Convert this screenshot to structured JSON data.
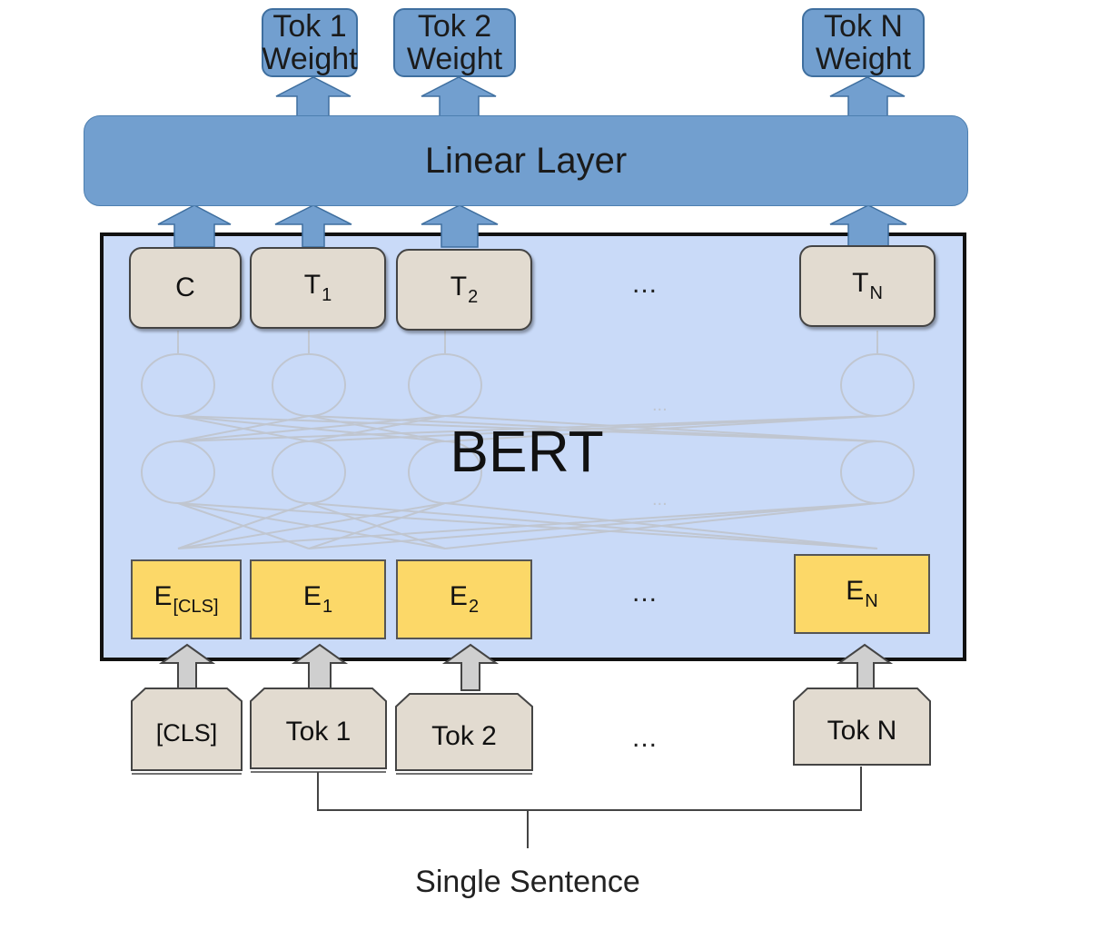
{
  "outputs": [
    {
      "line1": "Tok 1",
      "line2": "Weight"
    },
    {
      "line1": "Tok 2",
      "line2": "Weight"
    },
    {
      "line1": "Tok N",
      "line2": "Weight"
    }
  ],
  "linear_layer": {
    "label": "Linear Layer"
  },
  "bert": {
    "label": "BERT"
  },
  "t_row": {
    "c": "C",
    "t1_base": "T",
    "t1_sub": "1",
    "t2_base": "T",
    "t2_sub": "2",
    "dots": "...",
    "tn_base": "T",
    "tn_sub": "N"
  },
  "e_row": {
    "e_cls_base": "E",
    "e_cls_sub": "[CLS]",
    "e1_base": "E",
    "e1_sub": "1",
    "e2_base": "E",
    "e2_sub": "2",
    "dots": "...",
    "en_base": "E",
    "en_sub": "N"
  },
  "inputs": {
    "cls": "[CLS]",
    "tok1": "Tok 1",
    "tok2": "Tok 2",
    "dots": "...",
    "tokn": "Tok N"
  },
  "caption": "Single Sentence",
  "colors": {
    "blue": "#729fcf",
    "bert_fill": "#c9daf8",
    "t_fill": "#e2dbd0",
    "e_fill": "#fcd868",
    "arrow_gray": "#cfcfcf"
  }
}
